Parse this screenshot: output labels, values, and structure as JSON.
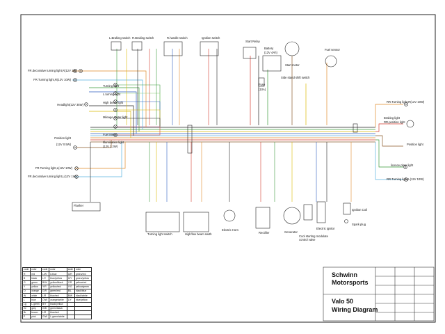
{
  "title_block": {
    "company": "Schwinn",
    "company_line2": "Motorsports",
    "model": "Valo 50",
    "doc_title": "Wiring Diagram"
  },
  "components": {
    "fr_deco_turn_r": "FR.decorative turning light,R(12V 1W)",
    "fr_turn_r": "FR.Turning light,R(12V 10W)",
    "headlight": "Headlight(12V 35W)",
    "position_light_front": "Position light",
    "position_light_front_spec": "(12V 0.5W)",
    "fr_turn_l": "FR.Turning light,L(12V 10W)",
    "fr_deco_turn_l": "FR.decorative turning light,L(12V 1W)",
    "flasher": "Flasher",
    "l_braking_switch": "L.Braking switch",
    "r_braking_switch": "R.Braking switch",
    "r_handle_switch": "R.handle switch",
    "ignition_switch": "Ignition switch",
    "start_relay": "Start Relay",
    "battery": "Battery",
    "battery_spec": "(12V 4Ah)",
    "start_motor": "Start motor",
    "fuse": "Fuse",
    "fuse_spec": "(10A)",
    "side_stand_switch": "Side stand shift switch",
    "fuel_sensor": "Fuel sensor",
    "turning_light": "Turning light",
    "l_turning_light": "L.turning light",
    "high_beam_light": "High beam light",
    "mileage_meter_light": "Mileage meter light",
    "fuel_meter": "Fuel Meter",
    "illumination_light": "Illumination light",
    "illumination_spec": "(12V 1.2W)",
    "rr_turn_r": "RR.Turning light,R(12V 10W)",
    "braking_light": "Braking light",
    "rr_position_light": "RR.position light",
    "position_light_rear": "Position light",
    "license_plate_light": "licence plate light",
    "rr_turn_l": "RR.Turning light,L(12V 10W)",
    "turning_light_switch": "Turning light switch",
    "high_low_beam_switch": "High/low beam swith",
    "electric_horn": "Electric Horn",
    "rectifier": "Rectifier",
    "generator": "Generator",
    "cool_starting": "Cool starting modulate",
    "cool_starting_2": "control valve",
    "electric_ignitor": "Electric ignitor",
    "ignition_coil": "Ignition Coil",
    "spark_plug": "Spark plug"
  },
  "wire_codes": [
    "L/Y",
    "L/Y",
    "G",
    "G",
    "B/W",
    "B/W",
    "G/Y",
    "L/R",
    "Y/R",
    "O",
    "O",
    "R",
    "B",
    "L/W",
    "G/R",
    "B/Y",
    "Y",
    "Br"
  ],
  "wire_colors": {
    "red": "#d43a2e",
    "green": "#3a9a3a",
    "yellow": "#d9b800",
    "blue": "#2f5fc0",
    "orange": "#e08a2a",
    "lightblue": "#5ab3e0",
    "pink": "#e07aa8",
    "brown": "#8a5a2a",
    "black": "#222222",
    "lightgreen": "#8fd07a",
    "grey": "#8a8a8a"
  },
  "color_table": {
    "headers": [
      "code",
      "color",
      "code",
      "color",
      "code",
      "color"
    ],
    "rows": [
      [
        "R",
        "red",
        "L/W",
        "L/blue",
        "G/R",
        "green/red"
      ],
      [
        "B",
        "black",
        "L/Y",
        "blue/yellow",
        "G/Y",
        "green/yellow"
      ],
      [
        "G",
        "green",
        "B/W",
        "yellow/black",
        "Y/R",
        "yellow/red"
      ],
      [
        "Y",
        "yellow",
        "Y/R",
        "yellow/red",
        "Y/G",
        "yellow/green"
      ],
      [
        "O",
        "orange",
        "G/R",
        "green/red",
        "B/L",
        "black/blue"
      ],
      [
        "W",
        "white",
        "L/R",
        "blue/red",
        "B/W",
        "black/white"
      ],
      [
        "L",
        "blue",
        "O/W",
        "orange/white",
        "L/Y",
        "blue/yellow"
      ],
      [
        "Lg",
        "L.green",
        "B/Y",
        "black/yellow",
        "",
        ""
      ],
      [
        "Gr",
        "grey",
        "G/B",
        "green/black",
        "",
        ""
      ],
      [
        "Br",
        "brown",
        "L/R",
        "blue/red",
        "",
        ""
      ],
      [
        "P",
        "pink",
        "G/W",
        "L.green/white",
        "",
        ""
      ]
    ]
  }
}
